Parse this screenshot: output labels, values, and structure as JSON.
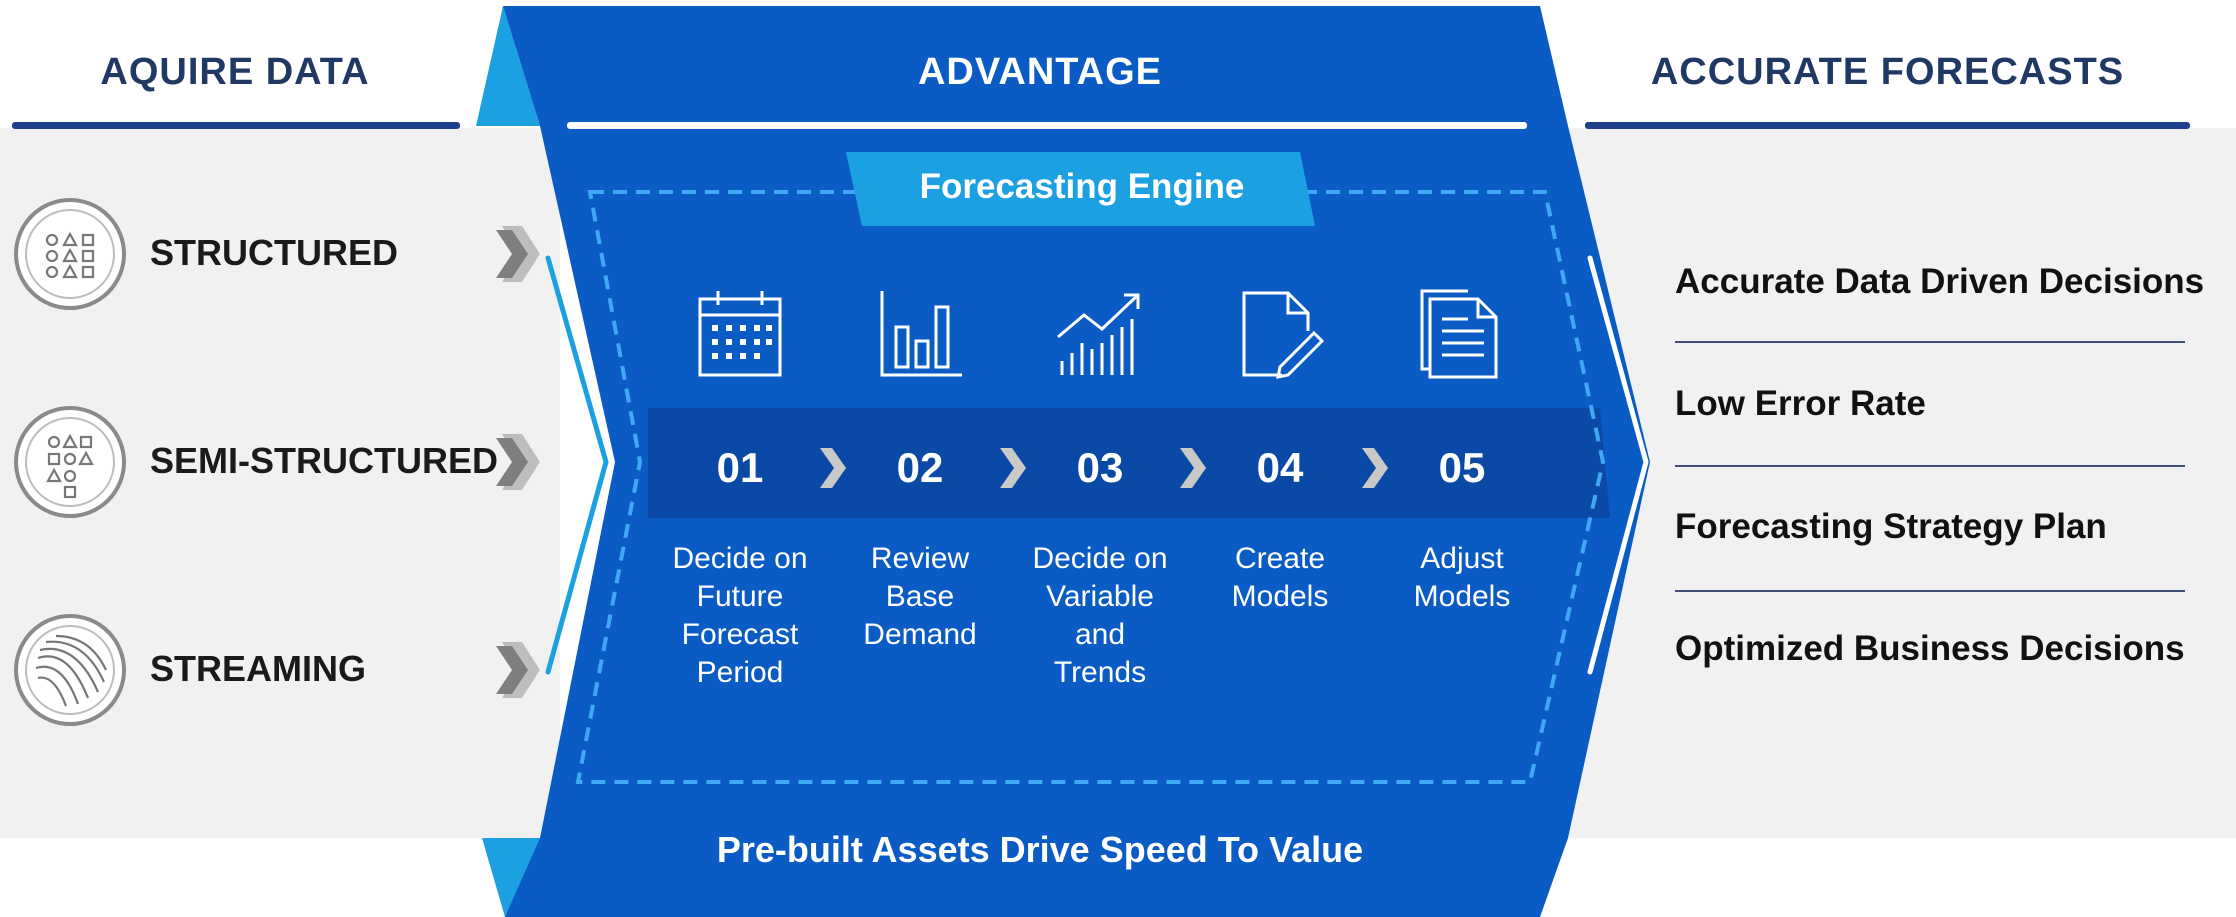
{
  "colors": {
    "navy_text": "#1f3864",
    "panel_blue": "#0a5bc4",
    "band_blue": "#0a4aa6",
    "accent_cyan": "#1ba1e2",
    "gray_panel": "#f1f1f1"
  },
  "left": {
    "title": "AQUIRE DATA",
    "sources": [
      {
        "label": "STRUCTURED",
        "icon": "shapes-grid-icon"
      },
      {
        "label": "SEMI-STRUCTURED",
        "icon": "shapes-tree-icon"
      },
      {
        "label": "STREAMING",
        "icon": "stream-lines-icon"
      }
    ]
  },
  "center": {
    "title": "ADVANTAGE",
    "engine_title": "Forecasting Engine",
    "steps": [
      {
        "number": "01",
        "label": [
          "Decide on",
          "Future",
          "Forecast",
          "Period"
        ],
        "icon": "calendar-icon"
      },
      {
        "number": "02",
        "label": [
          "Review",
          "Base",
          "Demand"
        ],
        "icon": "bar-chart-icon"
      },
      {
        "number": "03",
        "label": [
          "Decide on",
          "Variable",
          "and",
          "Trends"
        ],
        "icon": "trend-chart-icon"
      },
      {
        "number": "04",
        "label": [
          "Create",
          "Models"
        ],
        "icon": "edit-document-icon"
      },
      {
        "number": "05",
        "label": [
          "Adjust",
          "Models"
        ],
        "icon": "documents-icon"
      }
    ],
    "footer": "Pre-built Assets Drive Speed To Value"
  },
  "right": {
    "title": "ACCURATE FORECASTS",
    "results": [
      "Accurate Data Driven Decisions",
      "Low Error Rate",
      "Forecasting Strategy Plan",
      "Optimized Business Decisions"
    ]
  }
}
